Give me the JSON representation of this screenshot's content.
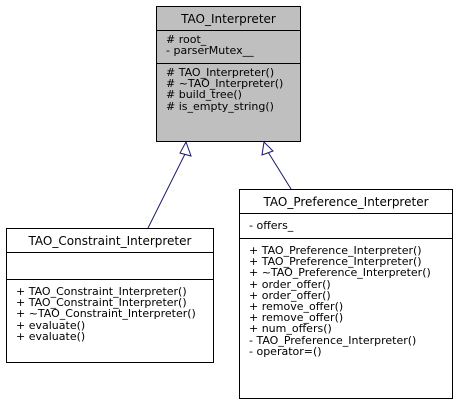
{
  "classes": {
    "base": {
      "name": "TAO_Interpreter",
      "attributes": [
        "# root_",
        "- parserMutex__"
      ],
      "methods": [
        "# TAO_Interpreter()",
        "# ~TAO_Interpreter()",
        "# build_tree()",
        "# is_empty_string()"
      ]
    },
    "constraint": {
      "name": "TAO_Constraint_Interpreter",
      "attributes": [],
      "methods": [
        "+ TAO_Constraint_Interpreter()",
        "+ TAO_Constraint_Interpreter()",
        "+ ~TAO_Constraint_Interpreter()",
        "+ evaluate()",
        "+ evaluate()"
      ]
    },
    "preference": {
      "name": "TAO_Preference_Interpreter",
      "attributes": [
        "- offers_"
      ],
      "methods": [
        "+ TAO_Preference_Interpreter()",
        "+ TAO_Preference_Interpreter()",
        "+ ~TAO_Preference_Interpreter()",
        "+ order_offer()",
        "+ order_offer()",
        "+ remove_offer()",
        "+ remove_offer()",
        "+ num_offers()",
        "- TAO_Preference_Interpreter()",
        "- operator=()"
      ]
    }
  },
  "colors": {
    "base_fill": "#bfbfbf",
    "box_fill": "#ffffff",
    "edge": "#191970"
  }
}
